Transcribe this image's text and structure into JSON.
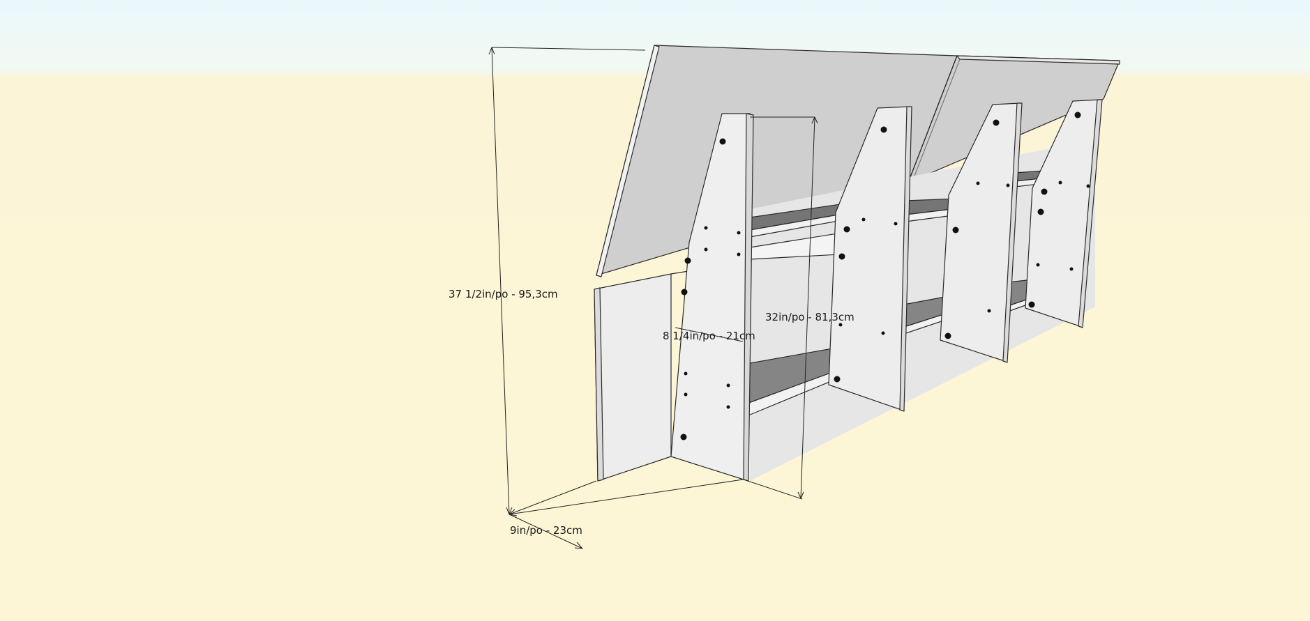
{
  "dimensions": {
    "total_height": "37 1/2in/po - 95,3cm",
    "inner_height": "32in/po - 81,3cm",
    "shelf_depth": "8 1/4in/po - 21cm",
    "total_depth": "9in/po - 23cm"
  },
  "colors": {
    "top_panel": "#cfcfcf",
    "side_panel": "#efefef",
    "shelf_top": "#8a8a8a",
    "edge": "#2a2a2a"
  }
}
